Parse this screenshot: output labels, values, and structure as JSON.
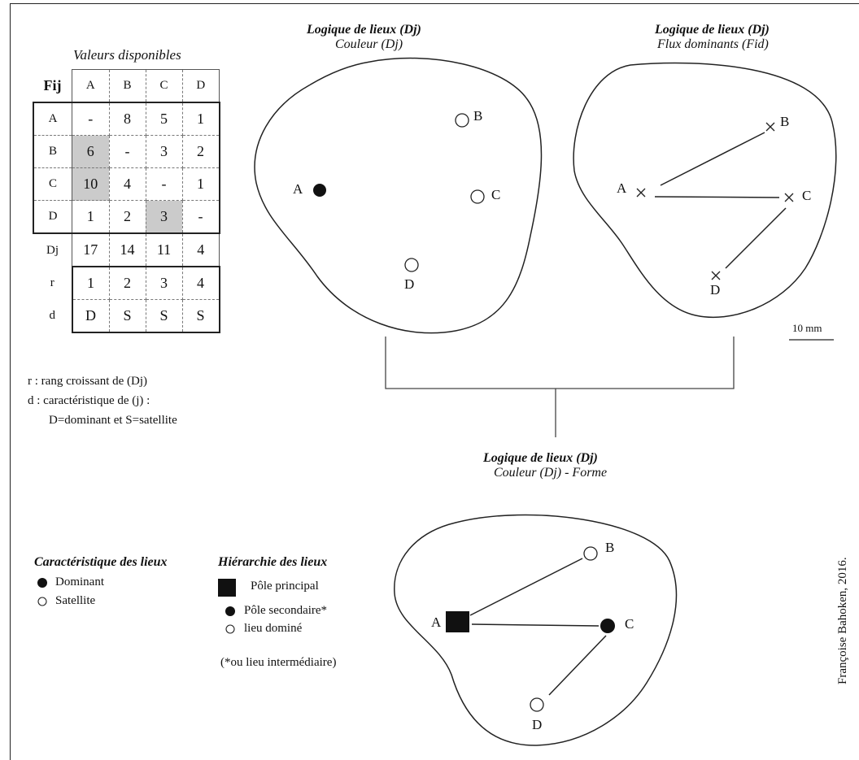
{
  "table": {
    "caption": "Valeurs disponibles",
    "corner": "Fij",
    "col_headers": [
      "A",
      "B",
      "C",
      "D"
    ],
    "rows": [
      {
        "label": "A",
        "values": [
          "-",
          "8",
          "5",
          "1"
        ]
      },
      {
        "label": "B",
        "values": [
          "6",
          "-",
          "3",
          "2"
        ]
      },
      {
        "label": "C",
        "values": [
          "10",
          "4",
          "-",
          "1"
        ]
      },
      {
        "label": "D",
        "values": [
          "1",
          "2",
          "3",
          "-"
        ]
      }
    ],
    "summary_rows": [
      {
        "label": "Dj",
        "values": [
          "17",
          "14",
          "11",
          "4"
        ]
      },
      {
        "label": "r",
        "values": [
          "1",
          "2",
          "3",
          "4"
        ]
      },
      {
        "label": "d",
        "values": [
          "D",
          "S",
          "S",
          "S"
        ]
      }
    ]
  },
  "notes": {
    "r": "r : rang croissant de (Dj)",
    "d": "d : caractéristique de (j) :",
    "d2": "D=dominant et S=satellite"
  },
  "map1": {
    "title": "Logique de lieux (Dj)",
    "subtitle": "Couleur (Dj)",
    "labels": {
      "A": "A",
      "B": "B",
      "C": "C",
      "D": "D"
    }
  },
  "map2": {
    "title": "Logique de lieux (Dj)",
    "subtitle": "Flux dominants (Fid)",
    "labels": {
      "A": "A",
      "B": "B",
      "C": "C",
      "D": "D"
    }
  },
  "map3": {
    "title": "Logique de lieux (Dj)",
    "subtitle": "Couleur (Dj) - Forme",
    "labels": {
      "A": "A",
      "B": "B",
      "C": "C",
      "D": "D"
    }
  },
  "scale": "10 mm",
  "legend1": {
    "title": "Caractéristique des lieux",
    "items": [
      "Dominant",
      "Satellite"
    ]
  },
  "legend2": {
    "title": "Hiérarchie des lieux",
    "items": [
      "Pôle principal",
      "Pôle secondaire*",
      "lieu dominé"
    ],
    "footnote": "(*ou lieu intermédiaire)"
  },
  "credit": "Françoise Bahoken, 2016."
}
